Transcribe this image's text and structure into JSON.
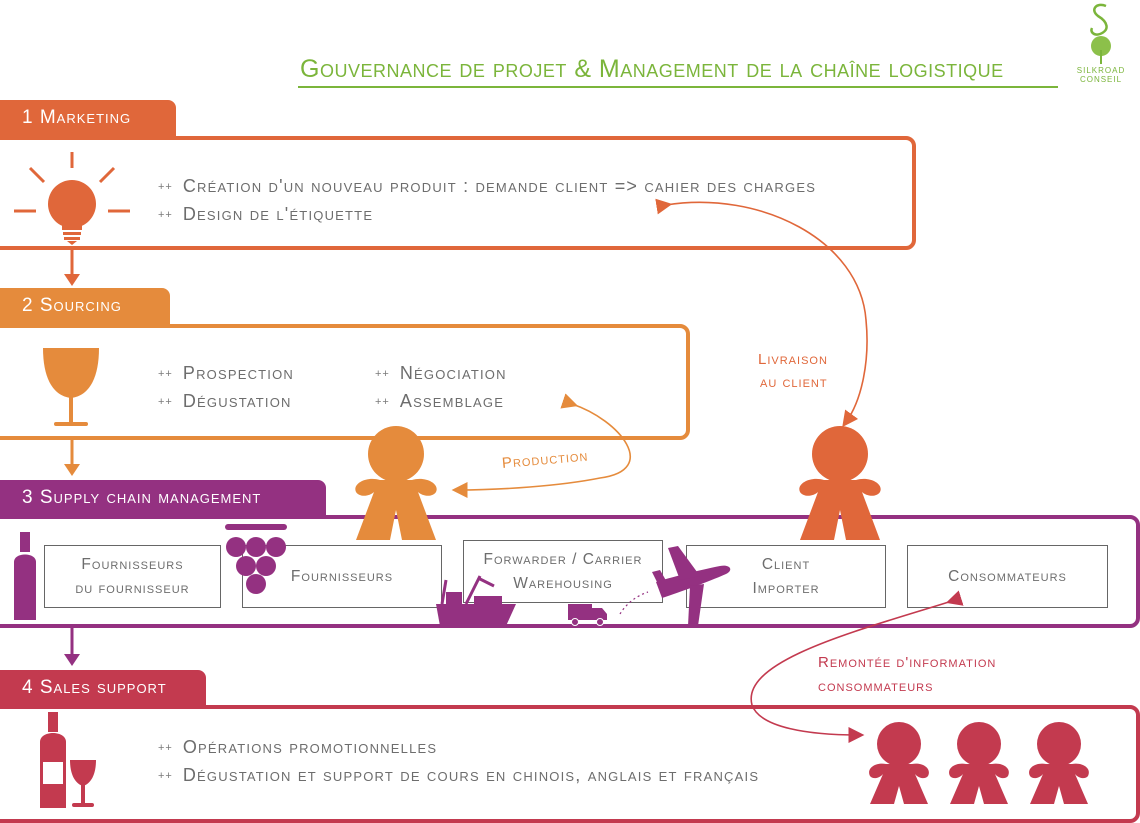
{
  "title": "Gouvernance de projet & Management de la chaîne logistique",
  "logo": {
    "line1": "SILKROAD",
    "line2": "CONSEIL"
  },
  "colors": {
    "marketing": "#e0673a",
    "sourcing": "#e58b3c",
    "supply": "#943181",
    "sales": "#c33a4f",
    "title": "#7bb53b"
  },
  "sections": {
    "marketing": {
      "tab": "1 Marketing",
      "bullet_prefix": "++",
      "bullets": [
        "Création d'un nouveau produit : demande client => cahier des charges",
        "Design de l'étiquette"
      ]
    },
    "sourcing": {
      "tab": "2 Sourcing",
      "bullet_prefix": "++",
      "bullets_left": [
        "Prospection",
        "Dégustation"
      ],
      "bullets_right": [
        "Négociation",
        "Assemblage"
      ]
    },
    "supply": {
      "tab": "3 Supply chain management",
      "nodes": [
        {
          "lines": [
            "Fournisseurs",
            "du fournisseur"
          ]
        },
        {
          "lines": [
            "Fournisseurs"
          ]
        },
        {
          "lines": [
            "Forwarder / Carrier",
            "Warehousing"
          ]
        },
        {
          "lines": [
            "Client",
            "Importer"
          ]
        },
        {
          "lines": [
            "Consommateurs"
          ]
        }
      ]
    },
    "sales": {
      "tab": "4 Sales support",
      "bullet_prefix": "++",
      "bullets": [
        "Opérations promotionnelles",
        "Dégustation et support de cours en chinois, anglais et français"
      ]
    }
  },
  "annotations": {
    "livraison_l1": "Livraison",
    "livraison_l2": "au client",
    "production": "Production",
    "remontee_l1": "Remontée d'information",
    "remontee_l2": "consommateurs"
  },
  "icons": [
    "lightbulb-icon",
    "wine-glass-icon",
    "bottle-icon",
    "grapes-icon",
    "ship-icon",
    "truck-icon",
    "airplane-icon",
    "person-icon",
    "bottle-and-glass-icon",
    "tree-logo-icon"
  ]
}
